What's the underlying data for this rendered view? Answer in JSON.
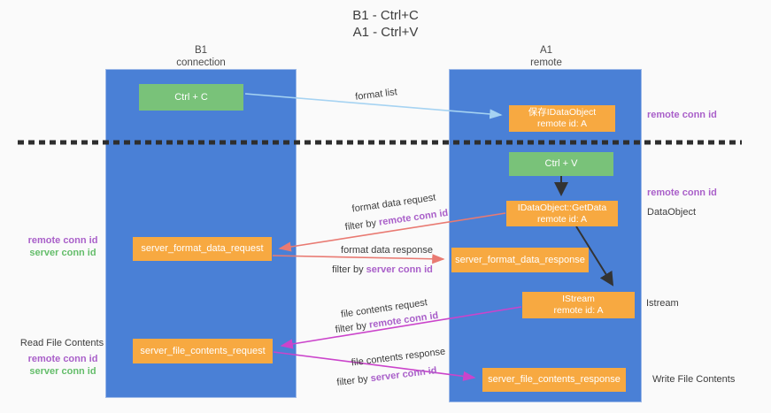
{
  "title": {
    "line1": "B1 - Ctrl+C",
    "line2": "A1 - Ctrl+V"
  },
  "lanes": {
    "left": {
      "name": "B1",
      "subtitle": "connection"
    },
    "right": {
      "name": "A1",
      "subtitle": "remote"
    }
  },
  "nodes": {
    "ctrl_c": "Ctrl + C",
    "save_dataobject": {
      "line1": "保存IDataObject",
      "line2": "remote id: A"
    },
    "ctrl_v": "Ctrl + V",
    "getdata": {
      "line1": "IDataObject::GetData",
      "line2": "remote id: A"
    },
    "format_request": "server_format_data_request",
    "format_response": "server_format_data_response",
    "istream": {
      "line1": "IStream",
      "line2": "remote id: A"
    },
    "file_request": "server_file_contents_request",
    "file_response": "server_file_contents_response"
  },
  "side_labels": {
    "remote_conn_id": "remote conn id",
    "server_conn_id": "server conn id",
    "dataobject": "DataObject",
    "istream": "Istream",
    "read_file_contents": "Read File Contents",
    "write_file_contents": "Write File Contents"
  },
  "edge_labels": {
    "format_list": "format list",
    "format_data_request": "format data request",
    "format_data_response": "format data response",
    "file_contents_request": "file contents request",
    "file_contents_response": "file contents response",
    "filter_by": "filter by",
    "remote_conn_id": "remote conn id",
    "server_conn_id": "server conn id"
  },
  "colors": {
    "lane_blue": "#4a80d6",
    "node_green": "#79c279",
    "node_orange": "#f7a941",
    "purple_text": "#a95fc9",
    "green_text": "#64bd6a",
    "arrow_blue": "#a6d3f2",
    "arrow_salmon": "#e97a72",
    "arrow_magenta": "#cb44cb",
    "arrow_black": "#333333",
    "dashed_line": "#2e2e2e",
    "background": "#fafafa"
  }
}
